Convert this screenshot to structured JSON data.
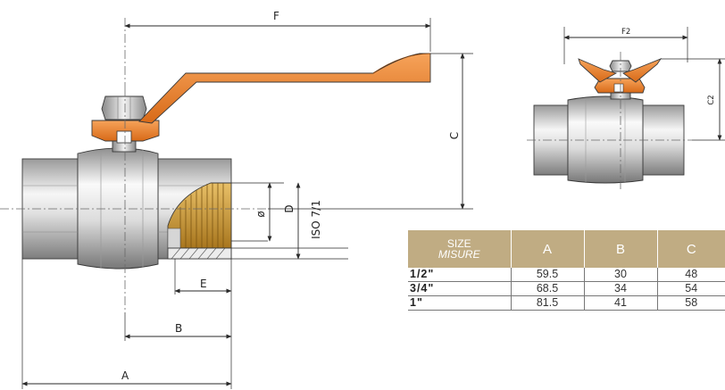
{
  "dimension_labels": {
    "A": "A",
    "B": "B",
    "C": "C",
    "D": "D",
    "E": "E",
    "F": "F",
    "F2": "F2",
    "C2": "C2",
    "phi": "ø",
    "iso": "ISO 7/1"
  },
  "table": {
    "size_header": "SIZE",
    "size_header_sub": "MISURE",
    "columns": [
      "A",
      "B",
      "C"
    ],
    "rows": [
      {
        "size": "1/2\"",
        "values": [
          "59.5",
          "30",
          "48"
        ]
      },
      {
        "size": "3/4\"",
        "values": [
          "68.5",
          "34",
          "54"
        ]
      },
      {
        "size": "1\"",
        "values": [
          "81.5",
          "41",
          "58"
        ]
      }
    ]
  },
  "colors": {
    "table_header": "#c0ac83",
    "lever": "#e8842c",
    "brass": "#c99a3a"
  }
}
